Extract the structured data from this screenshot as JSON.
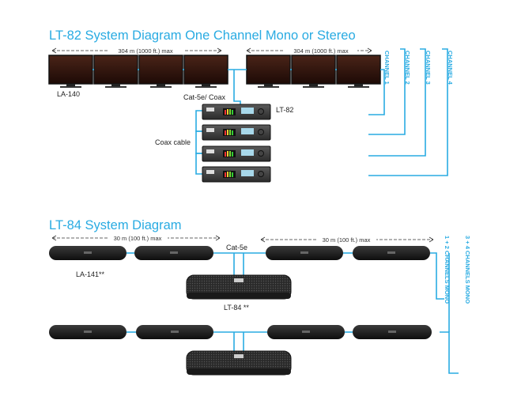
{
  "lt82": {
    "title": "LT-82 System Diagram One Channel Mono or Stereo",
    "range_left": "304 m (1000 ft.) max",
    "range_right": "304 m (1000 ft.) max",
    "panel_label": "LA-140",
    "cat5_label": "Cat-5e/ Coax",
    "transmitter_label": "LT-82",
    "coax_label": "Coax cable",
    "channels": [
      "CHANNEL 1",
      "CHANNEL 2",
      "CHANNEL 3",
      "CHANNEL 4"
    ]
  },
  "lt84": {
    "title": "LT-84 System Diagram",
    "range_left": "30 m (100 ft.) max",
    "range_right": "30 m (100 ft.) max",
    "cat5_label": "Cat-5e",
    "radiator_label": "LA-141**",
    "transmitter_label": "LT-84 **",
    "bracket_12": "1 + 2 CHANNELS MONO",
    "bracket_34": "3 + 4 CHANNELS MONO"
  },
  "colors": {
    "accent": "#29abe2",
    "device_dark": "#1c1c1c",
    "panel_face": "#3a1a14"
  }
}
